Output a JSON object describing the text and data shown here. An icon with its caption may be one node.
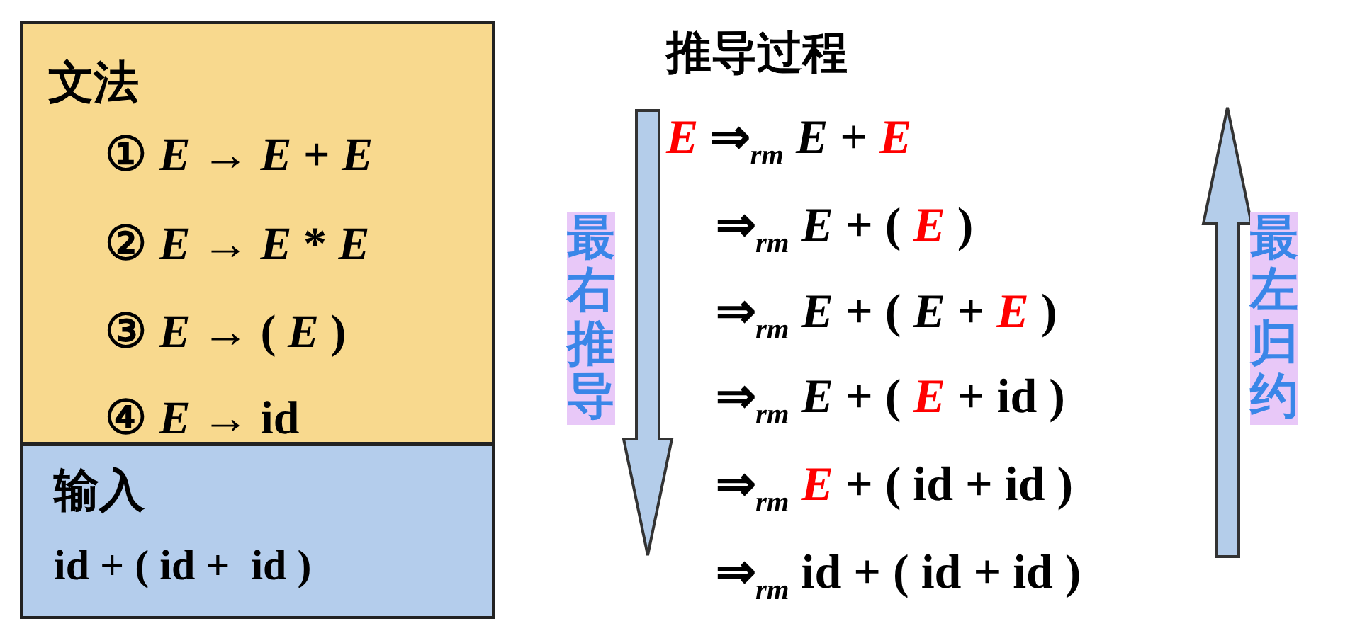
{
  "diagram": {
    "title": "推导过程",
    "nodes": [
      {
        "text": [
          "文法",
          "① *E* → *E* + *E*",
          "② *E* → *E* * *E*",
          "③ *E* → ( *E* )",
          "④ *E* → id"
        ]
      },
      {
        "text": [
          "输入",
          "id + ( id +  id )"
        ]
      }
    ],
    "labels": [
      "*E* ⇒$_{rm}$ *E* + *E*",
      "⇒$_{rm}$ *E* + ( *E* )",
      "⇒$_{rm}$ *E* + ( *E* + *E* )",
      "⇒$_{rm}$ *E* + ( *E* + id )",
      "⇒$_{rm}$ *E* + ( id + id )",
      "⇒$_{rm}$ id + ( id + id )",
      "最右推导",
      "最左归约"
    ]
  }
}
